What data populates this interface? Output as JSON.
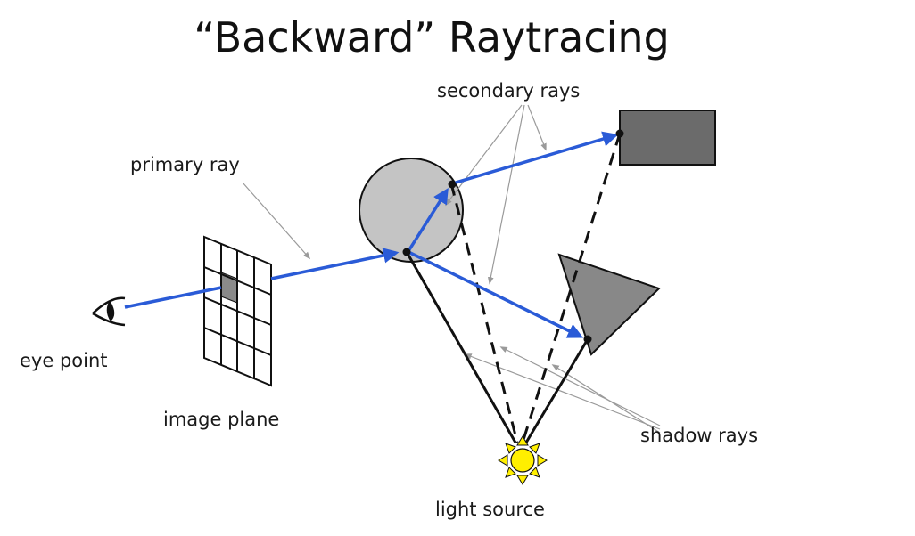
{
  "title": "“Backward” Raytracing",
  "labels": {
    "secondary_rays": "secondary rays",
    "primary_ray": "primary ray",
    "eye_point": "eye point",
    "image_plane": "image plane",
    "shadow_rays": "shadow rays",
    "light_source": "light source"
  },
  "colors": {
    "ray_blue": "#2a5bd7",
    "sphere_fill": "#c4c4c4",
    "box_fill": "#6b6b6b",
    "triangle_fill": "#888888",
    "light_fill": "#ffef00",
    "pointer_gray": "#9a9a9a",
    "pixel_fill": "#8a8a8a"
  },
  "icons": [
    "eye-icon",
    "sun-icon"
  ]
}
